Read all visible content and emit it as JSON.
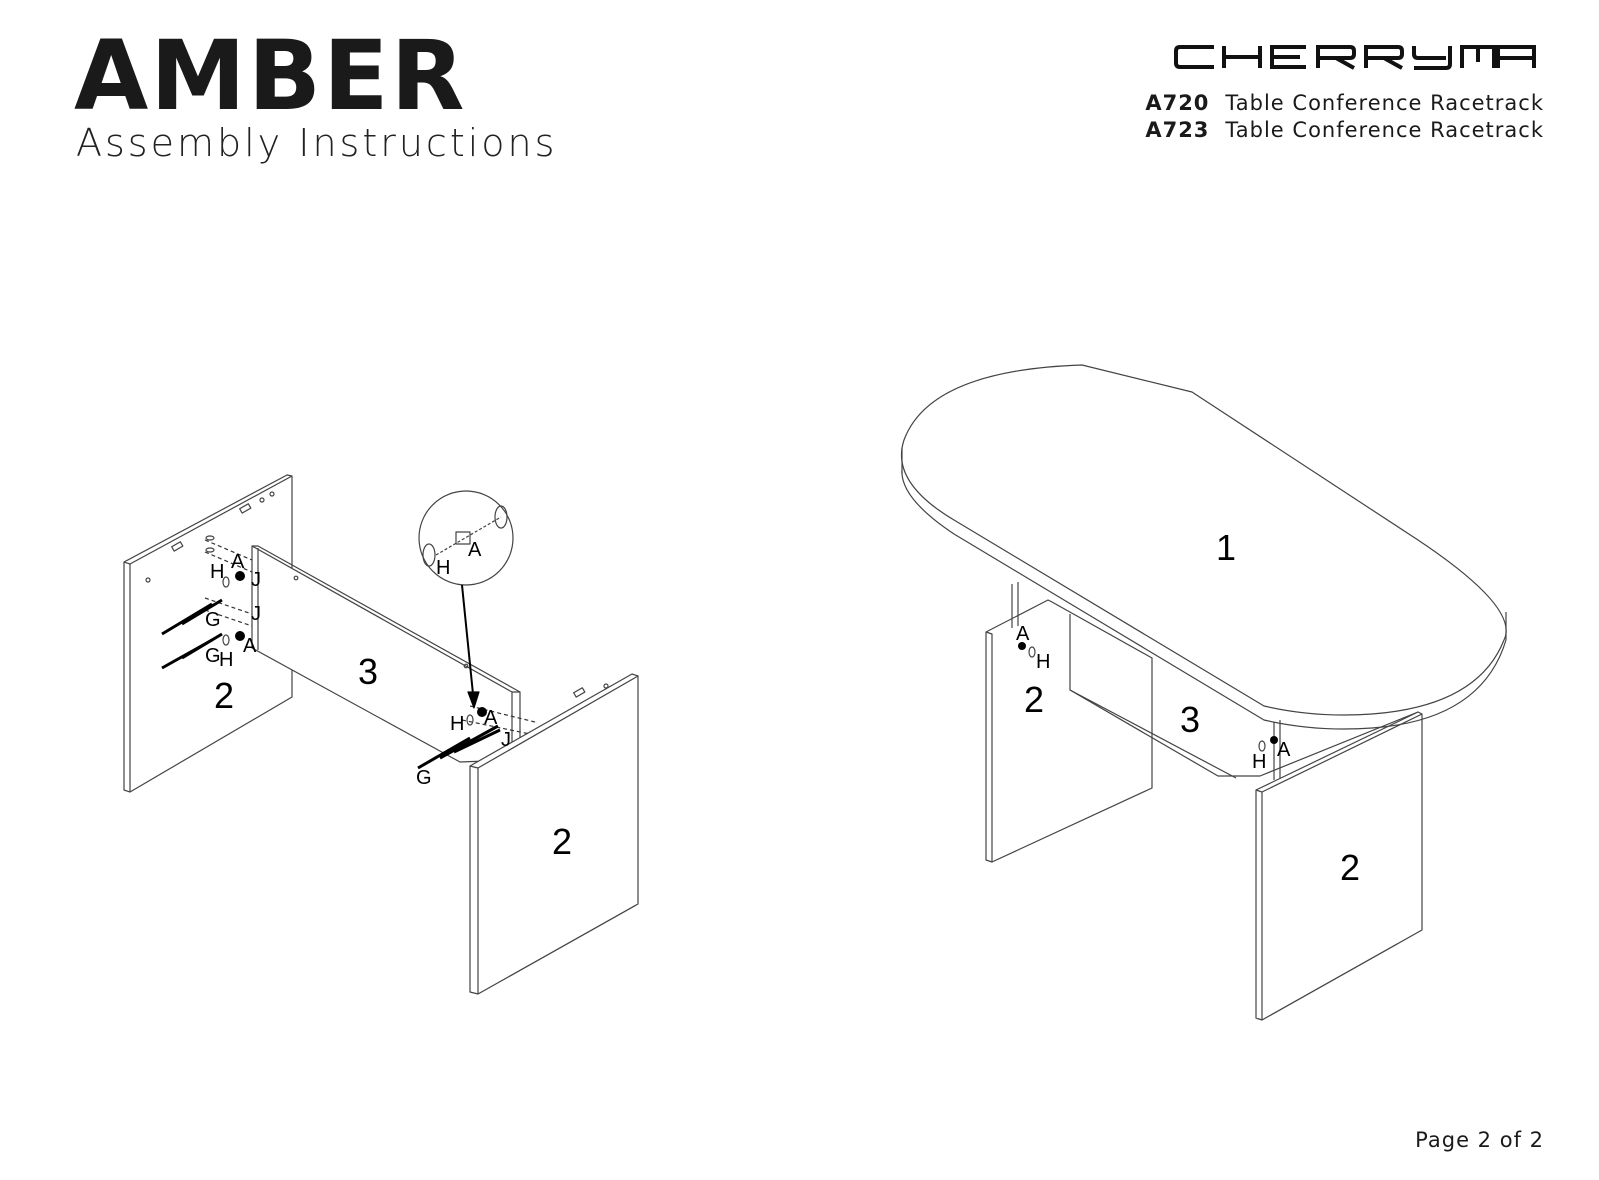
{
  "header": {
    "title": "AMBER",
    "subtitle": "Assembly Instructions",
    "brand": "CHERRYMAN",
    "models": [
      {
        "code": "A720",
        "name": "Table Conference Racetrack"
      },
      {
        "code": "A723",
        "name": "Table Conference Racetrack"
      }
    ]
  },
  "diagram_left": {
    "detail": {
      "h": "H",
      "a": "A"
    },
    "parts": {
      "panel_left": "2",
      "panel_right": "2",
      "modesty": "3"
    },
    "hardware": {
      "a1": "A",
      "h1": "H",
      "j1": "J",
      "j2": "J",
      "g1": "G",
      "g2": "G",
      "h2": "H",
      "a2": "A",
      "h3": "H",
      "a3": "A",
      "j3": "J",
      "g3": "G"
    }
  },
  "diagram_right": {
    "parts": {
      "top": "1",
      "panel_left": "2",
      "modesty": "3",
      "panel_right": "2"
    },
    "hardware": {
      "a1": "A",
      "h1": "H",
      "a2": "A",
      "h2": "H"
    }
  },
  "footer": {
    "page": "Page 2 of 2"
  }
}
